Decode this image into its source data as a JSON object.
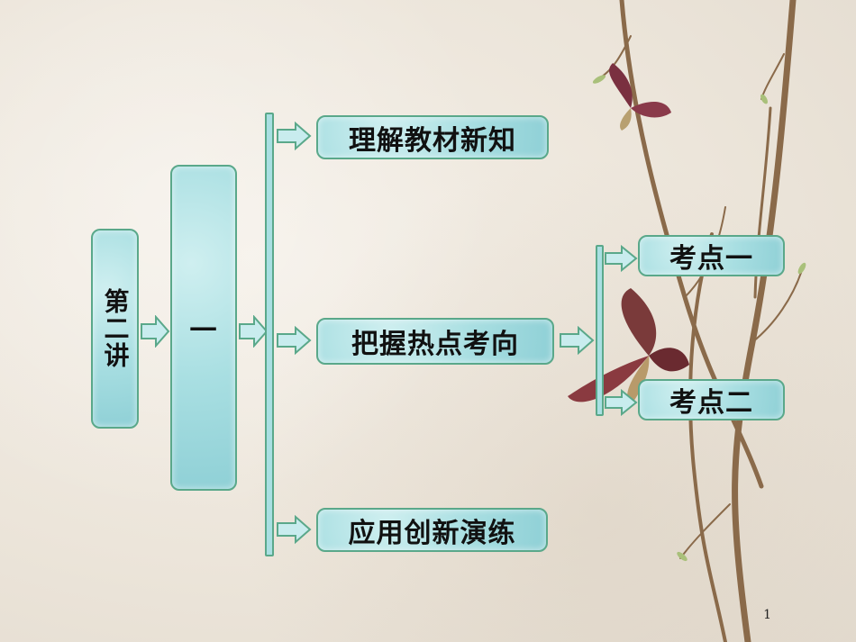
{
  "boxes": {
    "lecture": "第二讲",
    "unit": "一",
    "item1": "理解教材新知",
    "item2": "把握热点考向",
    "item3": "应用创新演练",
    "point1": "考点一",
    "point2": "考点二"
  },
  "page_number": "1",
  "colors": {
    "box_fill": "#a9dfe2",
    "box_border": "#5aa88a",
    "background": "#ece5da"
  }
}
